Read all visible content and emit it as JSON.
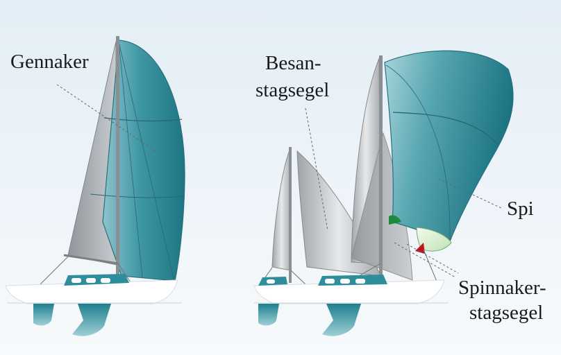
{
  "labels": {
    "gennaker": "Gennaker",
    "besan_line1": "Besan-",
    "besan_line2": "stagsegel",
    "spi": "Spi",
    "spinnaker_line1": "Spinnaker-",
    "spinnaker_line2": "stagsegel"
  },
  "colors": {
    "sail_teal": "#2f8e9c",
    "sail_grey": "#b9bec2",
    "hull": "#ffffff",
    "keel": "#2a8c9a",
    "mast": "#8a8f93",
    "accent_green": "#1c8a3c",
    "accent_red": "#c0121a",
    "leader_line": "#666666"
  }
}
